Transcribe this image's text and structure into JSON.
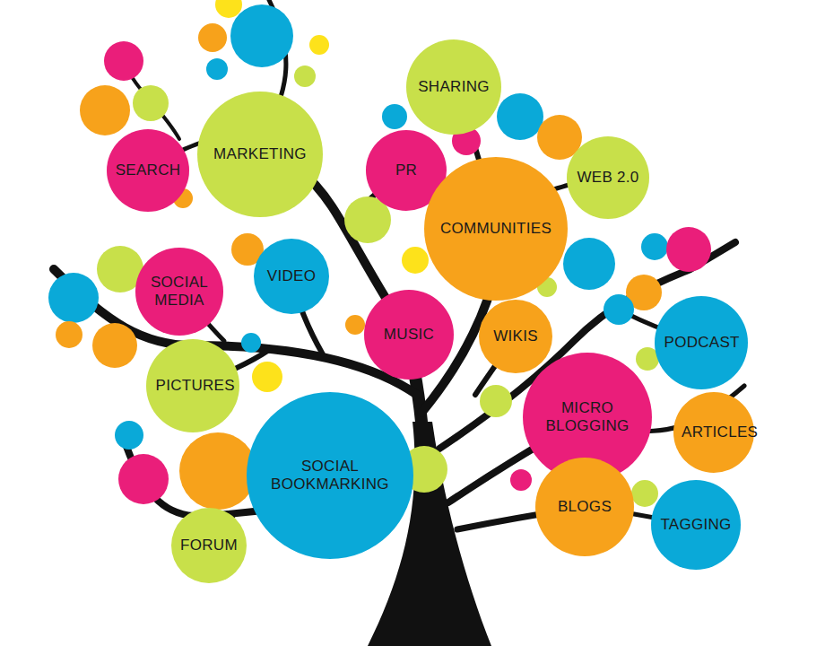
{
  "diagram": {
    "nodes": [
      {
        "text": [
          "SHARING"
        ]
      },
      {
        "text": [
          "MARKETING"
        ]
      },
      {
        "text": [
          "SEARCH"
        ]
      },
      {
        "text": [
          "PR"
        ]
      },
      {
        "text": [
          "WEB 2.0"
        ]
      },
      {
        "text": [
          "COMMUNITIES"
        ]
      },
      {
        "text": [
          "VIDEO"
        ]
      },
      {
        "text": [
          "SOCIAL MEDIA"
        ]
      },
      {
        "text": [
          "MUSIC"
        ]
      },
      {
        "text": [
          "WIKIS"
        ]
      },
      {
        "text": [
          "PODCAST"
        ]
      },
      {
        "text": [
          "PICTURES"
        ]
      },
      {
        "text": [
          "MICRO BLOGGING"
        ]
      },
      {
        "text": [
          "ARTICLES"
        ]
      },
      {
        "text": [
          "SOCIAL BOOKMARKING"
        ]
      },
      {
        "text": [
          "BLOGS"
        ]
      },
      {
        "text": [
          "TAGGING"
        ]
      },
      {
        "text": [
          "FORUM"
        ]
      }
    ]
  }
}
